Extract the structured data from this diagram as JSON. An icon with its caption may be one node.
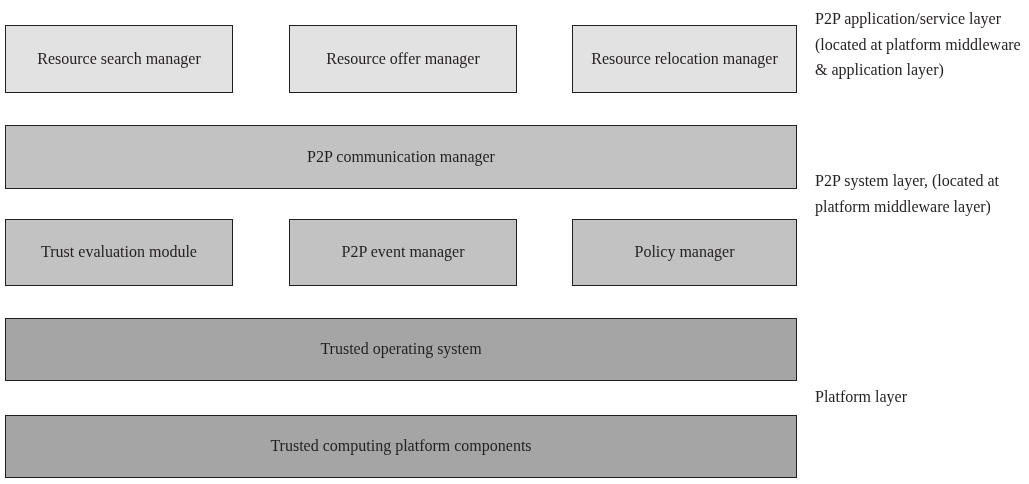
{
  "diagram": {
    "nodes": [
      {
        "text": [
          "Resource search manager"
        ]
      },
      {
        "text": [
          "Resource offer manager"
        ]
      },
      {
        "text": [
          "Resource relocation manager"
        ]
      },
      {
        "text": [
          "P2P communication manager"
        ]
      },
      {
        "text": [
          "Trust evaluation module"
        ]
      },
      {
        "text": [
          "P2P event manager"
        ]
      },
      {
        "text": [
          "Policy manager"
        ]
      },
      {
        "text": [
          "Trusted operating system"
        ]
      },
      {
        "text": [
          "Trusted computing platform components"
        ]
      }
    ],
    "labels": [
      "P2P application/service layer (located at platform middleware & application layer)",
      "P2P system layer, (located at platform middleware layer)",
      "Platform layer"
    ]
  }
}
